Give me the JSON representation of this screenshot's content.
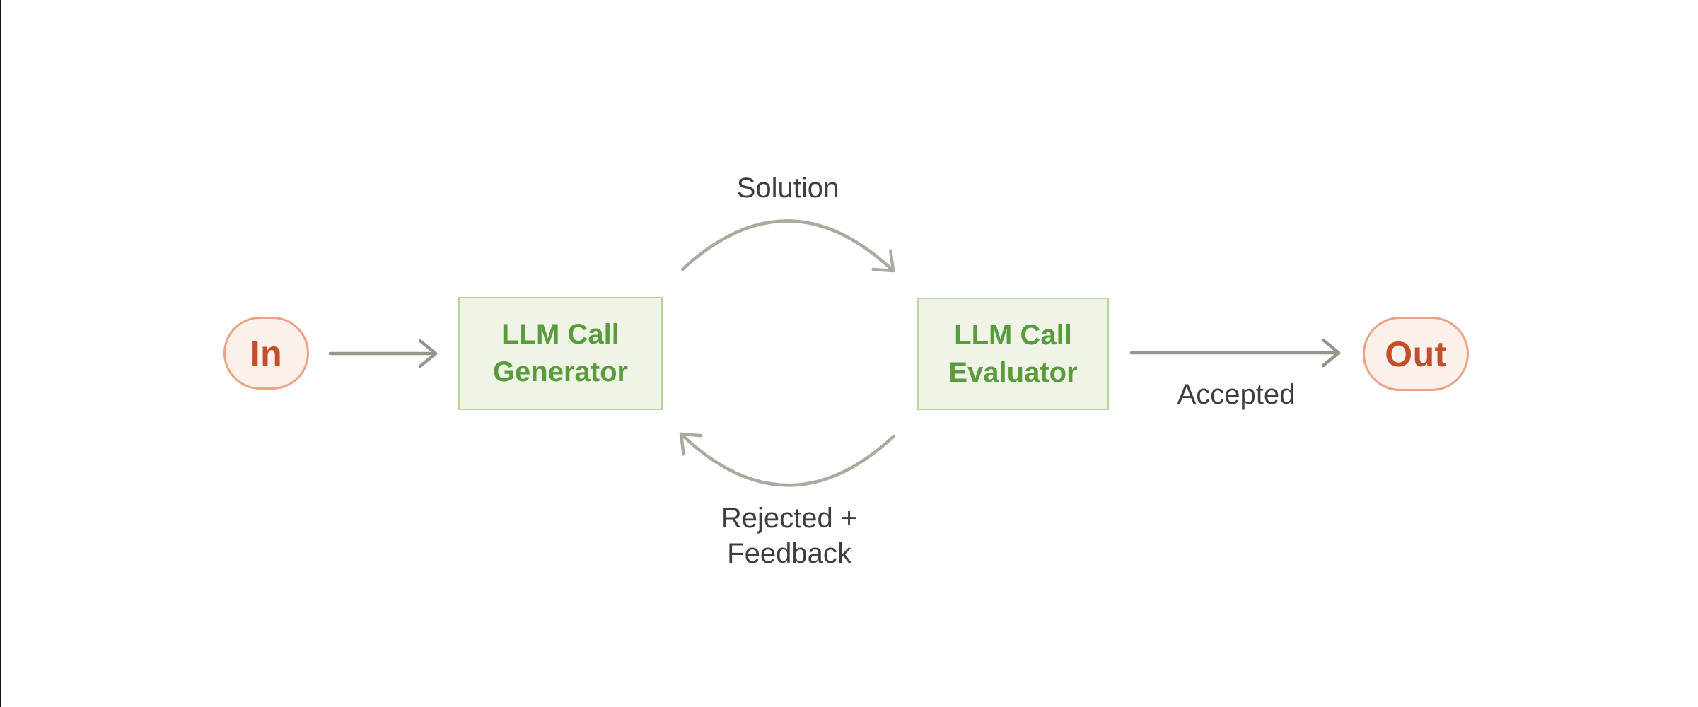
{
  "diagram": {
    "nodes": {
      "in": {
        "label": "In"
      },
      "generator": {
        "line1": "LLM Call",
        "line2": "Generator"
      },
      "evaluator": {
        "line1": "LLM Call",
        "line2": "Evaluator"
      },
      "out": {
        "label": "Out"
      }
    },
    "edge_labels": {
      "solution": "Solution",
      "accepted": "Accepted",
      "rejected_line1": "Rejected +",
      "rejected_line2": "Feedback"
    },
    "colors": {
      "background": "#ffffff",
      "edge_line": "#141414",
      "pill_fill": "#fbf0ea",
      "pill_border": "#efa184",
      "pill_text": "#c14f2e",
      "box_fill": "#eff4e6",
      "box_border": "#b5d69a",
      "box_text": "#5a9b3e",
      "arrow_straight": "#95958b",
      "arrow_curved": "#aaaa9e",
      "label_text": "#3e3e3a"
    }
  }
}
